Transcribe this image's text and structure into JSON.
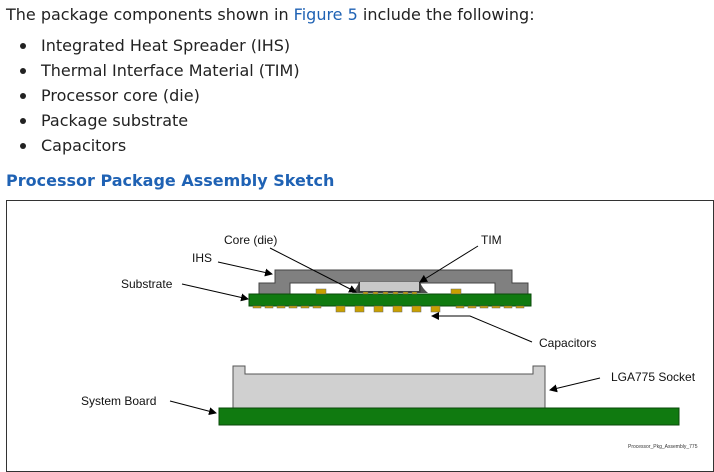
{
  "intro": {
    "before": "The package components shown in ",
    "link": "Figure 5",
    "after": " include the following:"
  },
  "components": [
    "Integrated Heat Spreader (IHS)",
    "Thermal Interface Material (TIM)",
    "Processor core (die)",
    "Package substrate",
    "Capacitors"
  ],
  "section_heading": "Processor Package Assembly Sketch",
  "figure": {
    "labels": {
      "core": "Core (die)",
      "tim": "TIM",
      "ihs": "IHS",
      "substrate": "Substrate",
      "capacitors": "Capacitors",
      "socket": "LGA775 Socket",
      "board": "System Board"
    },
    "caption_id": "Processor_Pkg_Assembly_775",
    "colors": {
      "ihs": "#808080",
      "substrate": "#107a10",
      "capacitor": "#c8a000",
      "die": "#c8c8c8",
      "socket": "#d0d0d0"
    }
  }
}
